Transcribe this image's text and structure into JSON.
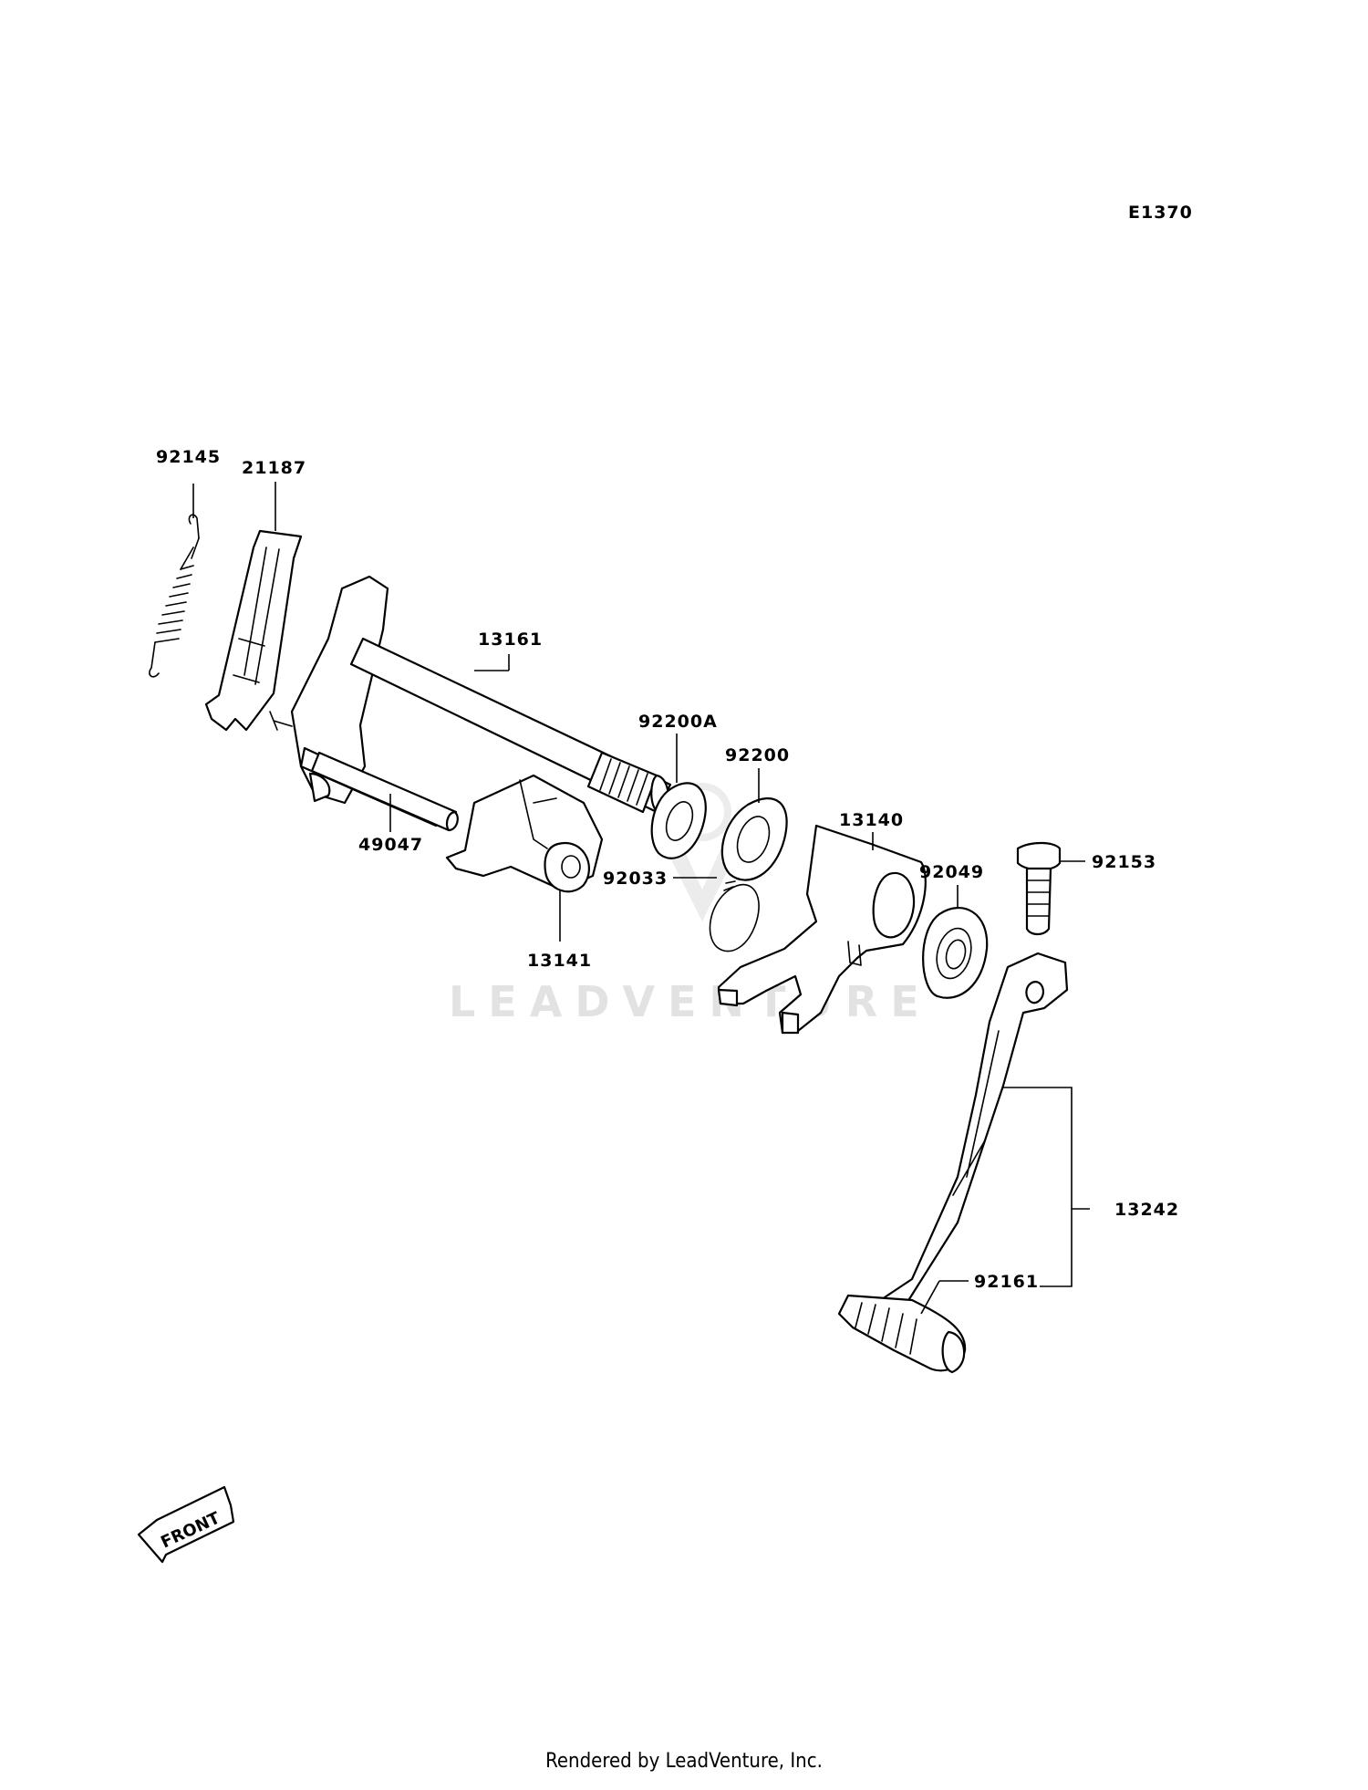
{
  "diagram_code": "E1370",
  "watermark": "LEADVENTURE",
  "front_label": "FRONT",
  "footer": "Rendered by LeadVenture, Inc.",
  "parts": {
    "p92145": "92145",
    "p21187": "21187",
    "p13161": "13161",
    "p92200A": "92200A",
    "p92200": "92200",
    "p13140": "13140",
    "p92049": "92049",
    "p92153": "92153",
    "p49047": "49047",
    "p92033": "92033",
    "p13141": "13141",
    "p13242": "13242",
    "p92161": "92161"
  }
}
